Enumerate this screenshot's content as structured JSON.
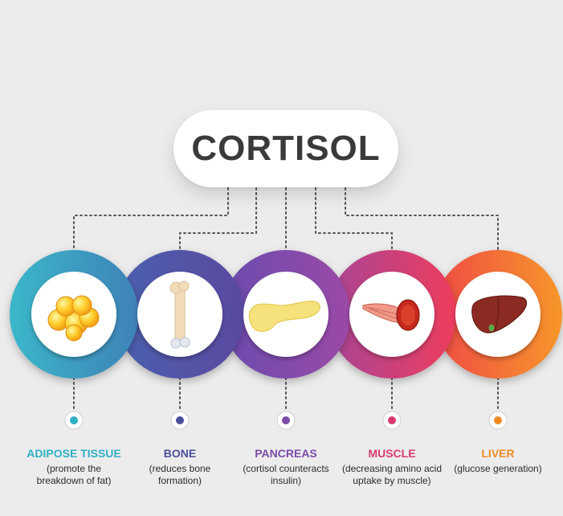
{
  "title": "CORTISOL",
  "colors": {
    "background": "#ececec",
    "title_text": "#3a3a3a",
    "connector": "#555555"
  },
  "organs": [
    {
      "name": "ADIPOSE TISSUE",
      "desc_line1": "(promote the",
      "desc_line2": "breakdown of fat)",
      "color": "#2fb0c6",
      "icon": "fat-cells-icon"
    },
    {
      "name": "BONE",
      "desc_line1": "(reduces bone",
      "desc_line2": "formation)",
      "color": "#4a4f9a",
      "icon": "bone-icon"
    },
    {
      "name": "PANCREAS",
      "desc_line1": "(cortisol counteracts",
      "desc_line2": "insulin)",
      "color": "#7a4aa8",
      "icon": "pancreas-icon"
    },
    {
      "name": "MUSCLE",
      "desc_line1": "(decreasing amino acid",
      "desc_line2": "uptake by muscle)",
      "color": "#d83a6e",
      "icon": "muscle-icon"
    },
    {
      "name": "LIVER",
      "desc_line1": "(glucose generation)",
      "desc_line2": "",
      "color": "#f08b26",
      "icon": "liver-icon"
    }
  ]
}
